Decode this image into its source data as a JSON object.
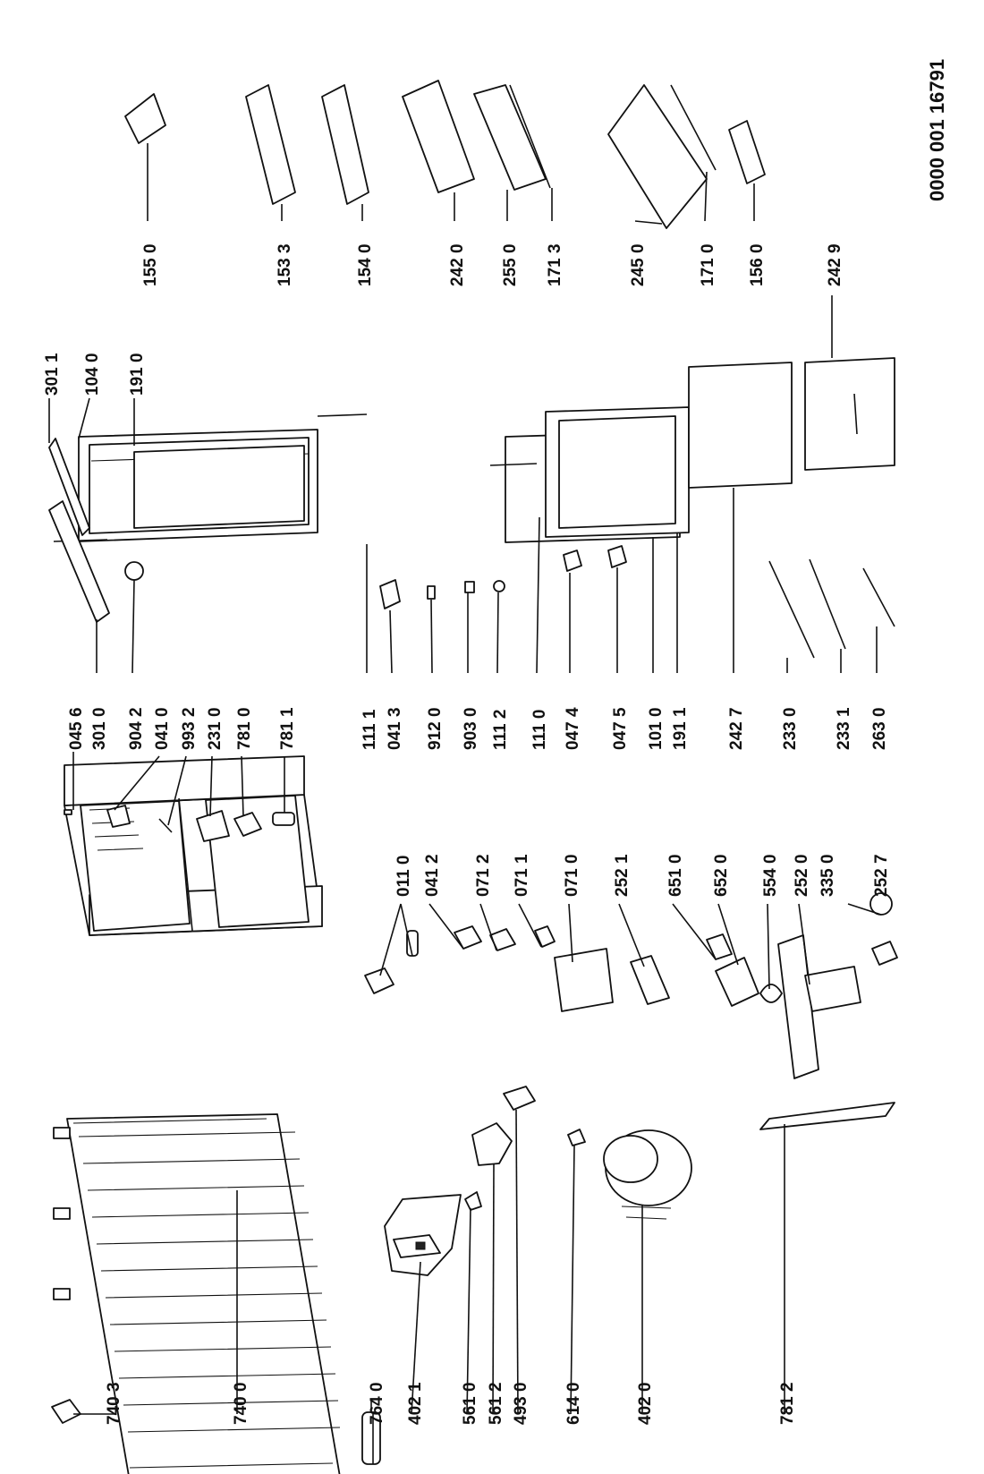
{
  "document_code": "0000 001 16791",
  "labels": [
    "740 3",
    "740 0",
    "764 0",
    "402 1",
    "561 0",
    "561 2",
    "493 0",
    "614 0",
    "402 0",
    "781 2",
    "011 0",
    "041 2",
    "071 2",
    "071 1",
    "071 0",
    "252 1",
    "651 0",
    "652 0",
    "554 0",
    "252 0",
    "335 0",
    "252 7",
    "045 6",
    "301 0",
    "904 2",
    "041 0",
    "993 2",
    "231 0",
    "781 0",
    "781 1",
    "111 1",
    "041 3",
    "912 0",
    "903 0",
    "111 2",
    "111 0",
    "047 4",
    "047 5",
    "101 0",
    "191 1",
    "242 7",
    "233 0",
    "233 1",
    "263 0",
    "301 1",
    "104 0",
    "191 0",
    "155 0",
    "153 3",
    "154 0",
    "242 0",
    "255 0",
    "171 3",
    "245 0",
    "171 0",
    "156 0",
    "242 9"
  ]
}
